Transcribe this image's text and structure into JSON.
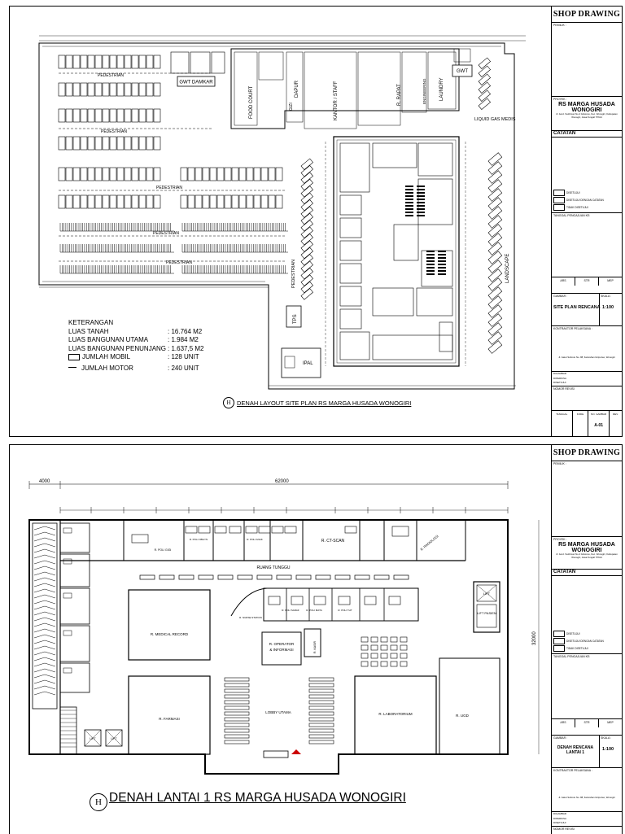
{
  "sheet1": {
    "title_block": {
      "header": "SHOP DRAWING",
      "pemilik_label": "PEMILIK :",
      "proyek_label": "PROYEK :",
      "project_line1": "RS MARGA HUSADA",
      "project_line2": "WONOGIRI",
      "project_address": "Jl. Jend. Sudirman No.4 Giriwono, Kec. Wonogiri, Kabupaten Wonogiri, Jawa Tengah 57614",
      "catatan": "CATATAN",
      "check_items": [
        "DISETUJUI",
        "DISETUJUI DENGAN CATATAN",
        "TIDAK DISETUJUI"
      ],
      "tanggal_pengajuan": "TANGGAL PENGAJUAN KE:",
      "sign_cols": [
        "ARS",
        "STR",
        "MEP"
      ],
      "gambar_label": "GAMBAR :",
      "skala_label": "SKALA :",
      "drawing_name": "SITE PLAN RENCANA",
      "scale": "1:100",
      "kontraktor_label": "KONTRAKTOR PELAKSANA :",
      "contractor_info": "Jl. Gatot Subroto No. 88, Kelurahan Giripurwo, Wonogiri",
      "roles": [
        "DIGAMBAR",
        "DIPERIKSA",
        "DISETUJUI"
      ],
      "no_revisi": "NOMOR REVISI",
      "bottom_cols": [
        "TANGGAL",
        "KODE",
        "NO. GAMBAR",
        "REV."
      ],
      "sheet_no": "A-01"
    },
    "labels": {
      "gwt_damkar": "GWT DAMKAR",
      "gwt": "GWT",
      "food_court": "FOOD COURT",
      "dapur": "DAPUR",
      "gizi": "GIZI",
      "kantor": "KANTOR / STAFF",
      "r_rapat": "R. RAPAT",
      "engineering": "ENGINEERING",
      "laundry": "LAUNDRY",
      "liquid_gas": "LIQUID GAS MEDIS",
      "pedestrian": "PEDESTRIAN",
      "landscape": "LANDSCAPE",
      "tps": "TPS",
      "ipal": "IPAL"
    },
    "keterangan": {
      "title": "KETERANGAN",
      "rows": [
        {
          "k": "LUAS TANAH",
          "v": ": 16.764 M2"
        },
        {
          "k": "LUAS BANGUNAN UTAMA",
          "v": ": 1.984 M2"
        },
        {
          "k": "LUAS BANGUNAN PENUNJANG",
          "v": ": 1.637,5 M2"
        },
        {
          "k": "JUMLAH MOBIL",
          "v": ": 128 UNIT"
        },
        {
          "k": "JUMLAH MOTOR",
          "v": ": 240 UNIT"
        }
      ]
    },
    "plan_title": "DENAH LAYOUT SITE PLAN RS MARGA HUSADA WONOGIRI",
    "plan_marker": "H"
  },
  "sheet2": {
    "title_block": {
      "header": "SHOP DRAWING",
      "pemilik_label": "PEMILIK :",
      "proyek_label": "PROYEK :",
      "project_line1": "RS MARGA HUSADA",
      "project_line2": "WONOGIRI",
      "project_address": "Jl. Jend. Sudirman No.4 Giriwono, Kec. Wonogiri, Kabupaten Wonogiri, Jawa Tengah 57614",
      "catatan": "CATATAN",
      "check_items": [
        "DISETUJUI",
        "DISETUJUI DENGAN CATATAN",
        "TIDAK DISETUJUI"
      ],
      "tanggal_pengajuan": "TANGGAL PENGAJUAN KE:",
      "sign_cols": [
        "ARS",
        "STR",
        "MEP"
      ],
      "gambar_label": "GAMBAR :",
      "skala_label": "SKALA :",
      "drawing_name": "DENAH RENCANA LANTAI 1",
      "scale": "1:100",
      "kontraktor_label": "KONTRAKTOR PELAKSANA :",
      "contractor_info": "Jl. Gatot Subroto No. 88, Kelurahan Giripurwo, Wonogiri",
      "roles": [
        "DIGAMBAR",
        "DIPERIKSA",
        "DISETUJUI"
      ],
      "no_revisi": "NOMOR REVISI"
    },
    "dims": {
      "d4000": "4000",
      "d62000": "62000",
      "d32000": "32000"
    },
    "rooms": {
      "poli_gigi": "R. POLI GIGI",
      "poli_obgyn": "R. POLI OBGYN",
      "poli_anak": "R. POLI ANAK",
      "ct_scan": "R. CT-SCAN",
      "radiologi": "R. RADIOLOGI",
      "ruang_tunggu": "RUANG TUNGGU",
      "medical_record": "R. MEDICAL RECORD",
      "nurse_station": "R. NURSE STATION",
      "poli_saraf": "R. POLI SARAF",
      "poli_mata": "R. POLI MATA",
      "poli_tht": "R. POLI THT",
      "operator": "R. OPERATOR",
      "informasi": "& INFORMASI",
      "kasir": "R. KASIR",
      "lift_pasien": "LIFT PASIEN",
      "lift": "LIFT",
      "farmasi": "R. FARMASI",
      "lobby": "LOBBY UTAMA",
      "laboratorium": "R. LABORATORIUM",
      "ugd": "R. UGD"
    },
    "plan_title": "DENAH LANTAI 1 RS MARGA HUSADA WONOGIRI",
    "plan_marker": "H"
  }
}
